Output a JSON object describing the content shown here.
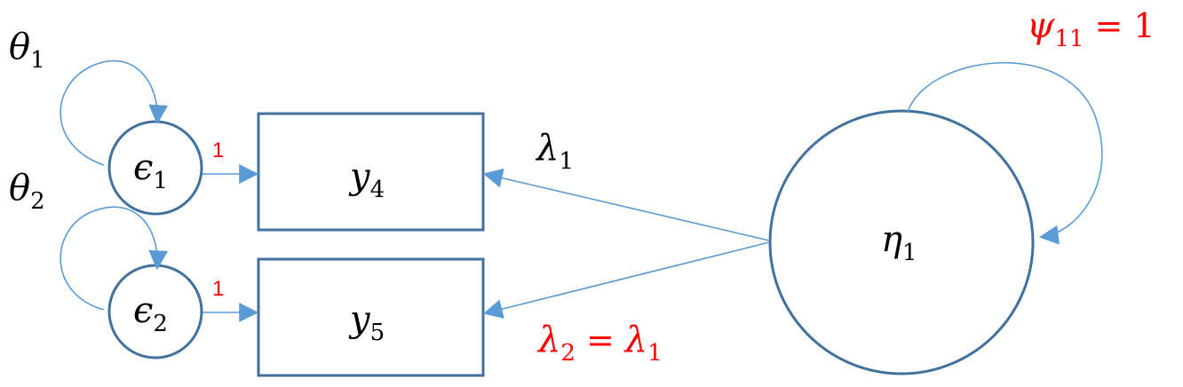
{
  "colors": {
    "node_stroke": "#41719c",
    "arrow": "#5b9bd5",
    "text": "#000000",
    "fixed_param": "#ff0000"
  },
  "nodes": {
    "y4": {
      "sym": "y",
      "sub": "4"
    },
    "y5": {
      "sym": "y",
      "sub": "5"
    },
    "e1": {
      "sym": "ϵ",
      "sub": "1"
    },
    "e2": {
      "sym": "ϵ",
      "sub": "2"
    },
    "eta1": {
      "sym": "η",
      "sub": "1"
    }
  },
  "labels": {
    "theta1": {
      "sym": "θ",
      "sub": "1"
    },
    "theta2": {
      "sym": "θ",
      "sub": "2"
    },
    "lambda1": {
      "sym": "λ",
      "sub": "1"
    },
    "lambda2_eq": {
      "sym": "λ",
      "sub": "2",
      "op": "=",
      "rhs_sym": "λ",
      "rhs_sub": "1"
    },
    "psi11_eq": {
      "sym": "ψ",
      "sub": "11",
      "op": "=",
      "rhs": "1"
    },
    "e1_loading": "1",
    "e2_loading": "1"
  }
}
